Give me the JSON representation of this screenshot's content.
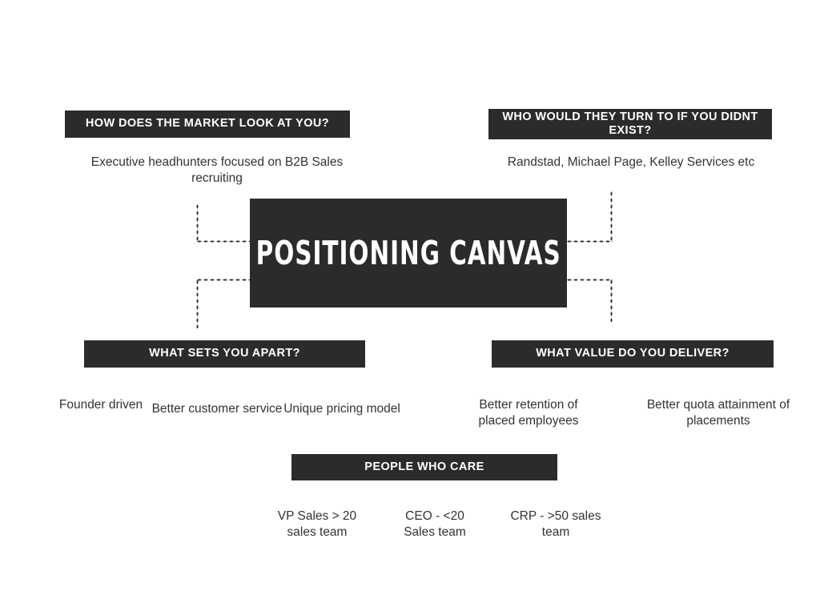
{
  "diagram": {
    "title": "POSITIONING CANVAS",
    "colors": {
      "bar_background": "#2b2b2b",
      "bar_text": "#ffffff",
      "body_text": "#333333",
      "page_background": "#ffffff",
      "connector": "#2b2b2b"
    },
    "sections": {
      "market": {
        "heading": "HOW DOES THE MARKET LOOK AT YOU?",
        "notes": [
          "Executive headhunters focused on B2B Sales recruiting"
        ]
      },
      "turn_to": {
        "heading": "WHO WOULD THEY TURN TO IF YOU DIDNT EXIST?",
        "notes": [
          "Randstad, Michael Page, Kelley Services etc"
        ]
      },
      "sets_apart": {
        "heading": "WHAT SETS YOU APART?",
        "notes": [
          "Founder driven",
          "Better customer service",
          "Unique pricing model"
        ]
      },
      "value": {
        "heading": "WHAT VALUE DO YOU DELIVER?",
        "notes": [
          "Better retention of placed employees",
          "Better quota attainment of placements"
        ]
      },
      "people": {
        "heading": "PEOPLE WHO CARE",
        "notes": [
          "VP Sales > 20 sales team",
          "CEO - <20 Sales team",
          "CRP - >50 sales team"
        ]
      }
    }
  }
}
